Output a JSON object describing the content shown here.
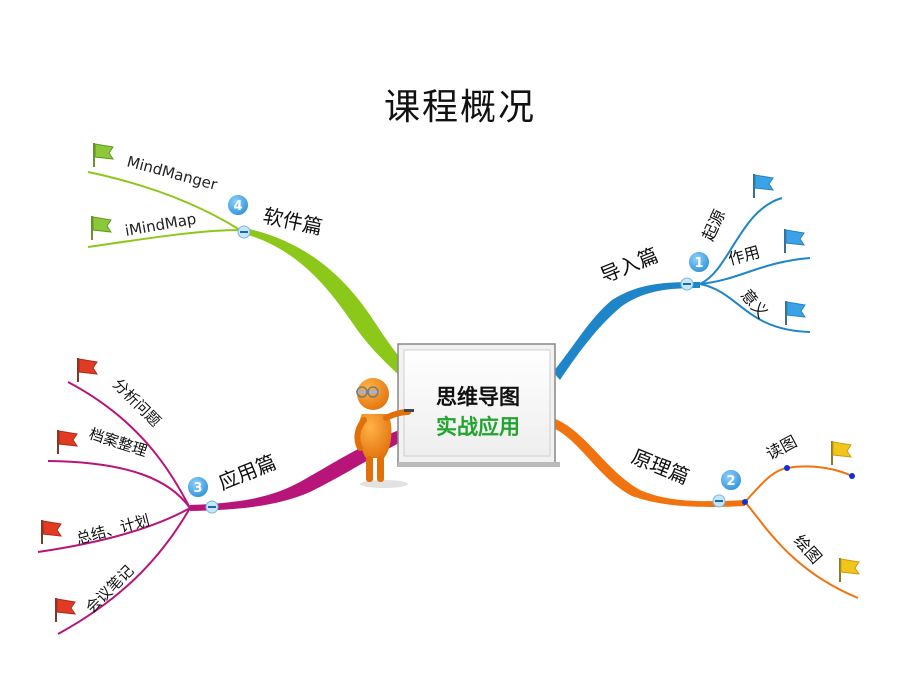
{
  "page_title": "课程概况",
  "center": {
    "line1": "思维导图",
    "line2": "实战应用"
  },
  "branches": {
    "intro": {
      "number": "1",
      "label": "导入篇",
      "color": "#1e86c8",
      "children": [
        {
          "label": "起源"
        },
        {
          "label": "作用"
        },
        {
          "label": "意义"
        }
      ]
    },
    "principle": {
      "number": "2",
      "label": "原理篇",
      "color": "#f0730f",
      "children": [
        {
          "label": "读图"
        },
        {
          "label": "绘图"
        }
      ]
    },
    "application": {
      "number": "3",
      "label": "应用篇",
      "color": "#b8157a",
      "children": [
        {
          "label": "分析问题"
        },
        {
          "label": "档案整理"
        },
        {
          "label": "总结、计划"
        },
        {
          "label": "会议笔记"
        }
      ]
    },
    "software": {
      "number": "4",
      "label": "软件篇",
      "color": "#8cc81a",
      "children": [
        {
          "label": "MindManger"
        },
        {
          "label": "iMindMap"
        }
      ]
    }
  },
  "flag_colors": {
    "blue": "#3aa3e6",
    "yellow": "#f2c51a",
    "red": "#e23b24",
    "green": "#8cc83a"
  }
}
